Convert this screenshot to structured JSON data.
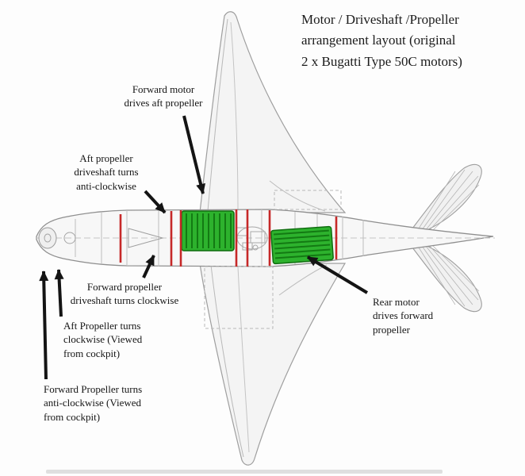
{
  "title": {
    "lines": [
      "Motor / Driveshaft /Propeller",
      "arrangement layout (original",
      "2 x Bugatti Type 50C motors)"
    ]
  },
  "annotations": {
    "forward_motor": {
      "lines": [
        "Forward motor",
        "drives aft propeller"
      ]
    },
    "aft_prop_driveshaft": {
      "lines": [
        "Aft propeller",
        "driveshaft turns",
        "anti-clockwise"
      ]
    },
    "forward_prop_driveshaft": {
      "lines": [
        "Forward propeller",
        "driveshaft turns clockwise"
      ]
    },
    "aft_prop_rotation": {
      "lines": [
        "Aft Propeller turns",
        "clockwise (Viewed",
        "from cockpit)"
      ]
    },
    "forward_prop_rotation": {
      "lines": [
        "Forward Propeller turns",
        "anti-clockwise (Viewed",
        "from cockpit)"
      ]
    },
    "rear_motor": {
      "lines": [
        "Rear motor",
        "drives forward",
        "propeller"
      ]
    }
  },
  "colors": {
    "motor_green": "#2db22d",
    "motor_green_dark": "#137a13",
    "bulkhead_red": "#c62828",
    "drawing_gray": "#9e9e9e",
    "arrow_black": "#141414"
  }
}
